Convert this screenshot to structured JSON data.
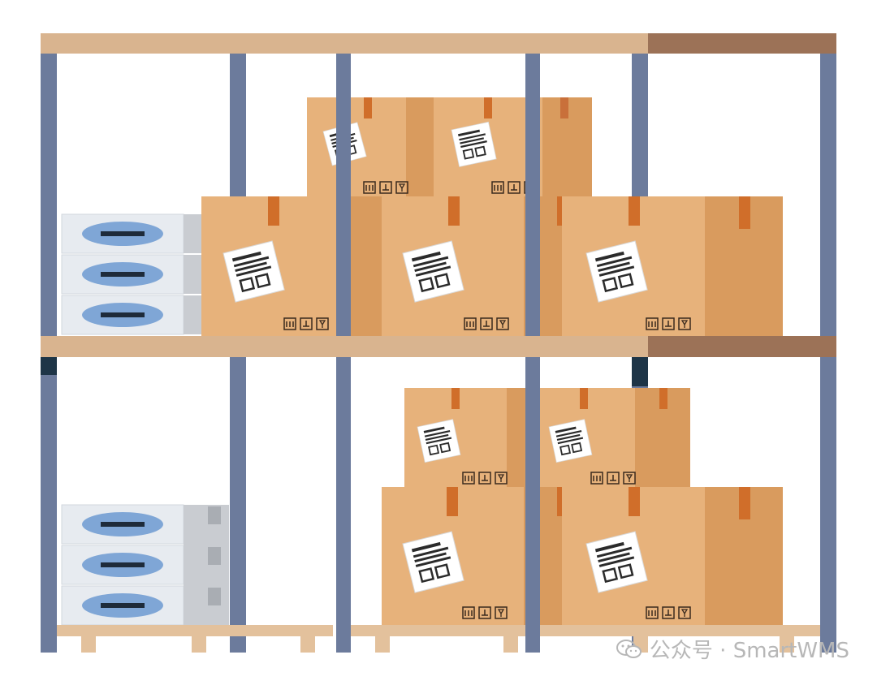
{
  "scene": {
    "description_hidden": "",
    "colors": {
      "beam_light": "#D9B48F",
      "beam_dark": "#9C7257",
      "upright": "#6C7B9C",
      "upright_dark": "#1E3547",
      "box_light": "#E7B27B",
      "box_mid": "#D99B5E",
      "box_dark": "#C98750",
      "tape": "#D06E2A",
      "label_bg": "#FFFFFF",
      "label_ink": "#2B2B2B",
      "bin_front": "#E7EBF0",
      "bin_side": "#C9CCD1",
      "bin_handle": "#7FA6D6",
      "bin_slot": "#1E2B3A",
      "pallet": "#E3C19C"
    },
    "icons": [
      "shelf-rack",
      "cardboard-box",
      "plastic-bin",
      "pallet",
      "shipping-label",
      "fragile-symbols-icon"
    ]
  },
  "watermark": {
    "text": "公众号 · SmartWMS",
    "icon": "wechat-icon"
  }
}
